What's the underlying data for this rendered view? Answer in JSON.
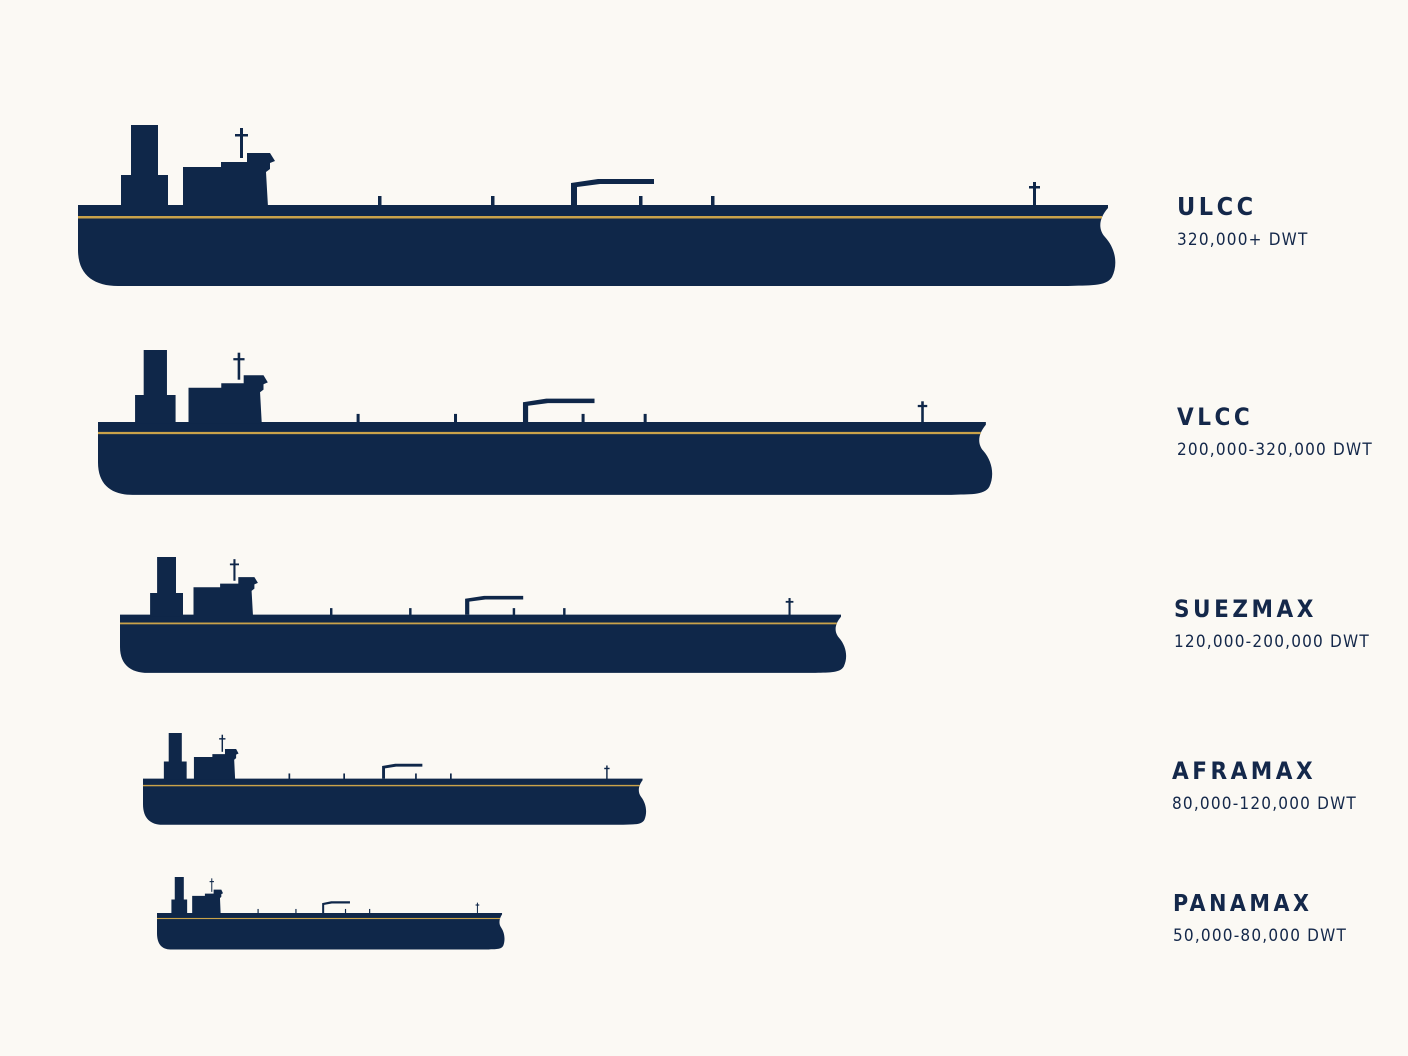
{
  "colors": {
    "background": "#fbf9f4",
    "hull": "#0f2749",
    "stripe": "#c9a24a",
    "text": "#14284a"
  },
  "ships": [
    {
      "name": "ULCC",
      "dwt": "320,000+ DWT"
    },
    {
      "name": "VLCC",
      "dwt": "200,000-320,000 DWT"
    },
    {
      "name": "SUEZMAX",
      "dwt": "120,000-200,000 DWT"
    },
    {
      "name": "AFRAMAX",
      "dwt": "80,000-120,000 DWT"
    },
    {
      "name": "PANAMAX",
      "dwt": "50,000-80,000 DWT"
    }
  ]
}
